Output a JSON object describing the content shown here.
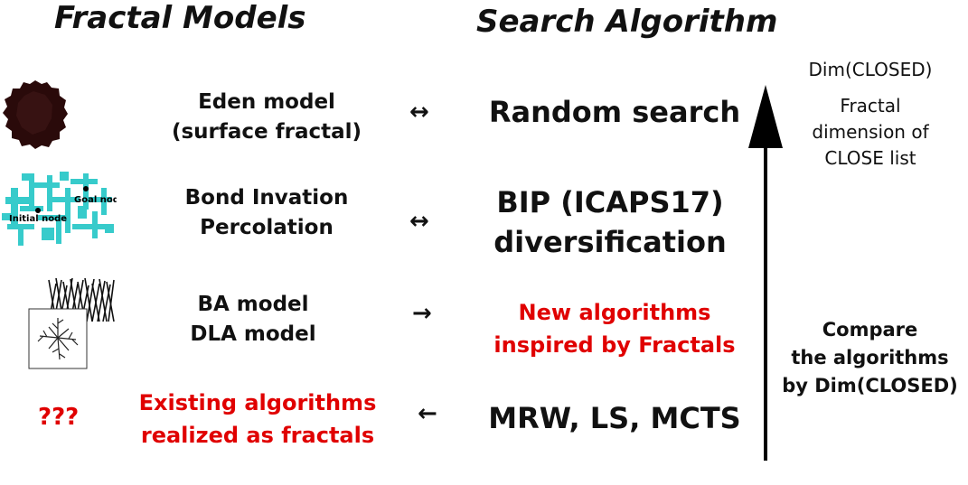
{
  "headers": {
    "left": "Fractal Models",
    "right": "Search Algorithm"
  },
  "rows": [
    {
      "model": [
        "Eden model",
        "(surface fractal)"
      ],
      "relation": "↔",
      "algorithm": [
        "Random search"
      ]
    },
    {
      "model": [
        "Bond Invation",
        "Percolation"
      ],
      "relation": "↔",
      "algorithm": [
        "BIP (ICAPS17)",
        "diversification"
      ]
    },
    {
      "model": [
        "BA model",
        "DLA model"
      ],
      "relation": "→",
      "algorithm": [
        "New algorithms",
        "inspired by Fractals"
      ]
    },
    {
      "model": [
        "Existing algorithms",
        "realized as fractals"
      ],
      "relation": "←",
      "algorithm": [
        "MRW, LS, MCTS"
      ],
      "icon_text": "???"
    }
  ],
  "bip_labels": {
    "goal": "Goal node",
    "initial": "Initial node"
  },
  "axis": {
    "top_label": "Dim(CLOSED)",
    "description": [
      "Fractal",
      "dimension of",
      "CLOSE list"
    ],
    "compare": [
      "Compare",
      "the algorithms",
      "by Dim(CLOSED)"
    ]
  },
  "colors": {
    "highlight": "#e00000",
    "cyan": "#22c6c6"
  }
}
